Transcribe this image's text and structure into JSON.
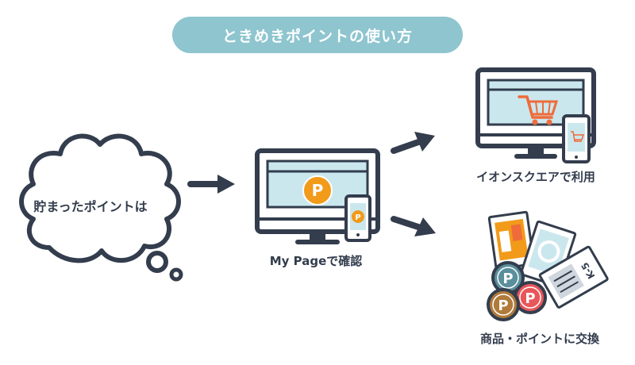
{
  "title": "ときめきポイントの使い方",
  "steps": {
    "saved_points": "貯まったポイントは",
    "confirm": "My Pageで確認",
    "use_in_store": "イオンスクエアで利用",
    "exchange": "商品・ポイントに交換"
  },
  "point_badge_letter": "P",
  "ticket_text": "K-5",
  "colors": {
    "navy": "#333d4d",
    "teal": "#8ec5cf",
    "screen": "#cbe7ee",
    "orange": "#f29a1a",
    "cart": "#ef6b3a"
  },
  "icons": [
    "thought-cloud-icon",
    "arrow-icon",
    "monitor-icon",
    "smartphone-icon",
    "shopping-cart-icon",
    "ticket-icon",
    "point-coin-icon"
  ]
}
